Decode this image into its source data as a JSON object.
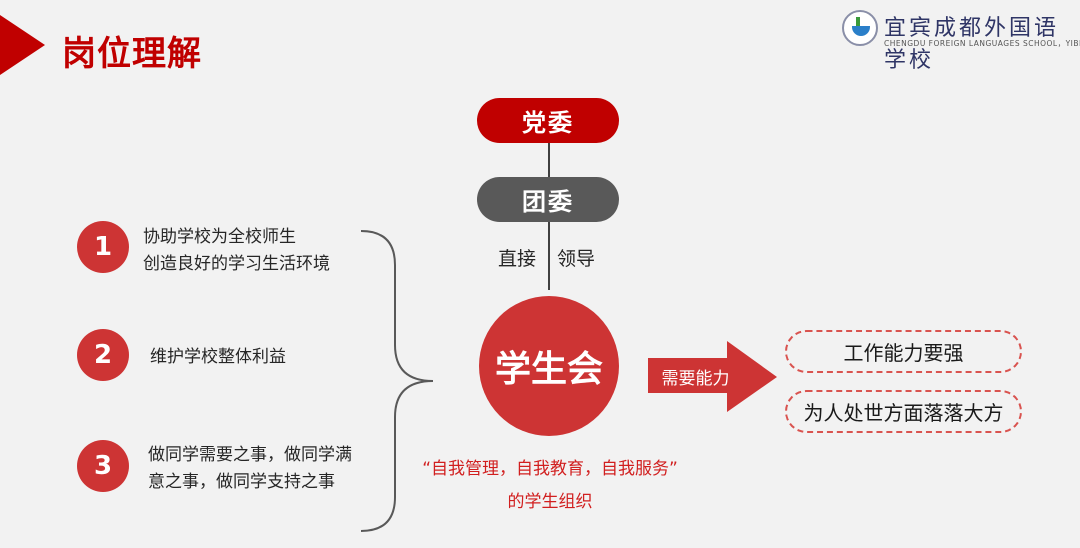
{
  "header": {
    "title": "岗位理解",
    "logo_cn": "宜宾成都外国语学校",
    "logo_en": "CHENGDU FOREIGN LANGUAGES SCHOOL，YIBIN"
  },
  "hierarchy": {
    "party": "党委",
    "league": "团委",
    "left_label": "直接",
    "right_label": "领导",
    "center": "学生会"
  },
  "items": [
    {
      "number": "1",
      "lines": [
        "协助学校为全校师生",
        "创造良好的学习生活环境"
      ]
    },
    {
      "number": "2",
      "lines": [
        "维护学校整体利益"
      ]
    },
    {
      "number": "3",
      "lines": [
        "做同学需要之事，做同学满",
        "意之事，做同学支持之事"
      ]
    }
  ],
  "arrow_label": "需要能力",
  "abilities": [
    "工作能力要强",
    "为人处世方面落落大方"
  ],
  "motto": {
    "line1": "“自我管理，自我教育，自我服务”",
    "line2": "的学生组织"
  },
  "colors": {
    "red": "#c00000",
    "circle": "#cd3434",
    "gray": "#595959"
  }
}
